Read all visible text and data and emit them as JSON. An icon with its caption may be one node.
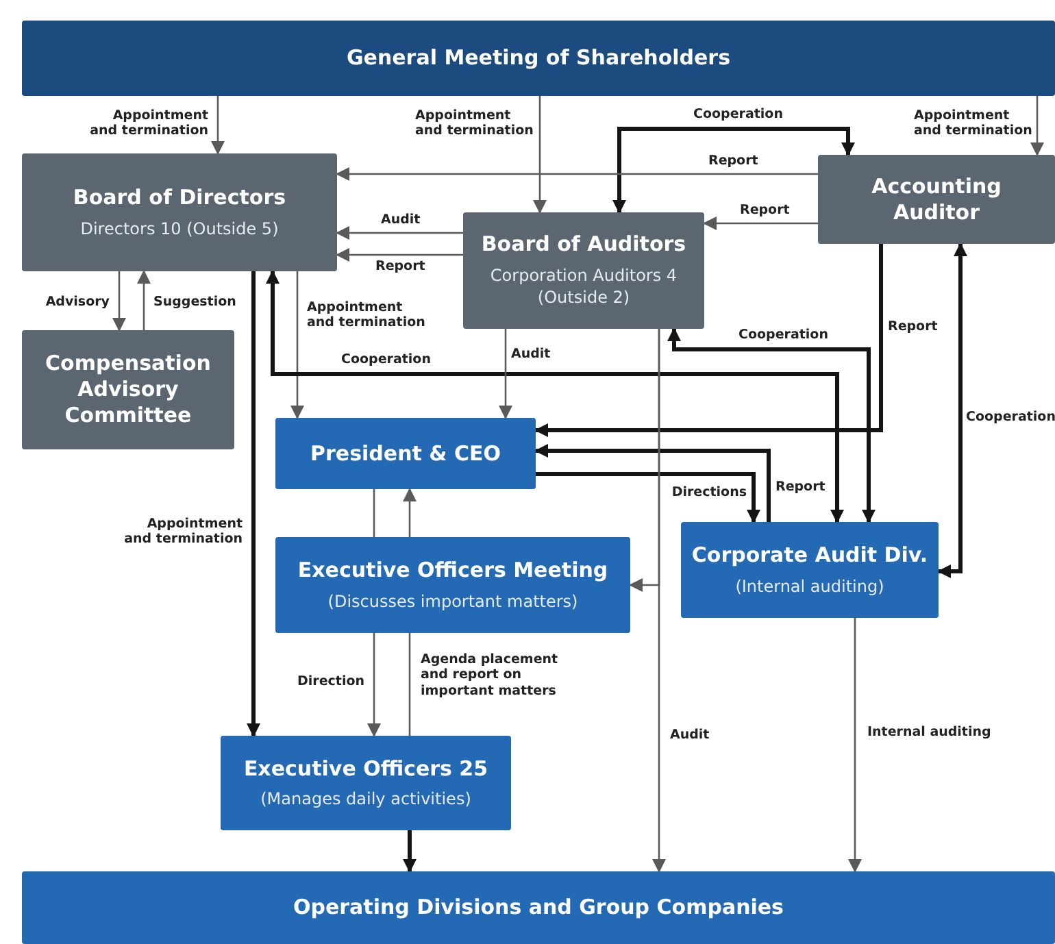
{
  "diagram": {
    "nodes": [
      {
        "text": [
          "General Meeting of Shareholders"
        ]
      },
      {
        "text": [
          "Board of Directors",
          "Directors 10 (Outside 5)"
        ]
      },
      {
        "text": [
          "Board of Auditors",
          "Corporation Auditors 4 (Outside 2)"
        ]
      },
      {
        "text": [
          "Accounting Auditor"
        ]
      },
      {
        "text": [
          "Compensation Advisory Committee"
        ]
      },
      {
        "text": [
          "President & CEO"
        ]
      },
      {
        "text": [
          "Executive Officers Meeting",
          "(Discusses important matters)"
        ]
      },
      {
        "text": [
          "Corporate Audit Div.",
          "(Internal auditing)"
        ]
      },
      {
        "text": [
          "Executive Officers 25",
          "(Manages daily activities)"
        ]
      },
      {
        "text": [
          "Operating Divisions and Group Companies"
        ]
      }
    ],
    "edges": [
      {
        "from": 0,
        "to": 1,
        "arrow": "to",
        "label": "Appointment and termination"
      },
      {
        "from": 0,
        "to": 2,
        "arrow": "to",
        "label": "Appointment and termination"
      },
      {
        "from": 0,
        "to": 3,
        "arrow": "to",
        "label": "Appointment and termination"
      },
      {
        "from": 2,
        "to": 3,
        "arrow": "both",
        "label": "Cooperation",
        "style": "thick"
      },
      {
        "from": 3,
        "to": 1,
        "arrow": "to",
        "label": "Report"
      },
      {
        "from": 3,
        "to": 2,
        "arrow": "to",
        "label": "Report"
      },
      {
        "from": 2,
        "to": 1,
        "arrow": "to",
        "label": "Audit"
      },
      {
        "from": 2,
        "to": 1,
        "arrow": "to",
        "label": "Report"
      },
      {
        "from": 1,
        "to": 4,
        "arrow": "to",
        "label": "Advisory"
      },
      {
        "from": 4,
        "to": 1,
        "arrow": "to",
        "label": "Suggestion"
      },
      {
        "from": 1,
        "to": 5,
        "arrow": "to",
        "label": "Appointment and termination"
      },
      {
        "from": 1,
        "to": 8,
        "arrow": "to",
        "label": "Appointment and termination",
        "style": "thick"
      },
      {
        "from": 1,
        "to": 7,
        "arrow": "both",
        "label": "Cooperation",
        "style": "thick"
      },
      {
        "from": 2,
        "to": 5,
        "arrow": "to",
        "label": "Audit"
      },
      {
        "from": 2,
        "to": 7,
        "arrow": "both",
        "label": "Cooperation",
        "style": "thick"
      },
      {
        "from": 3,
        "to": 5,
        "arrow": "to",
        "label": "Report",
        "style": "thick"
      },
      {
        "from": 7,
        "to": 5,
        "arrow": "to",
        "label": "Report",
        "style": "thick"
      },
      {
        "from": 5,
        "to": 7,
        "arrow": "to",
        "label": "Directions",
        "style": "thick"
      },
      {
        "from": 3,
        "to": 7,
        "arrow": "both",
        "label": "Cooperation",
        "style": "thick"
      },
      {
        "from": 2,
        "to": 9,
        "arrow": "to",
        "label": "Audit"
      },
      {
        "from": 2,
        "to": 6,
        "arrow": "to"
      },
      {
        "from": 5,
        "to": 6,
        "arrow": "none"
      },
      {
        "from": 6,
        "to": 8,
        "arrow": "to",
        "label": "Direction"
      },
      {
        "from": 8,
        "to": 6,
        "arrow": "none",
        "label": "Agenda placement and report on important matters"
      },
      {
        "from": 6,
        "to": 5,
        "arrow": "to"
      },
      {
        "from": 8,
        "to": 9,
        "arrow": "to",
        "style": "thick"
      },
      {
        "from": 7,
        "to": 9,
        "arrow": "to",
        "label": "Internal auditing"
      }
    ]
  }
}
